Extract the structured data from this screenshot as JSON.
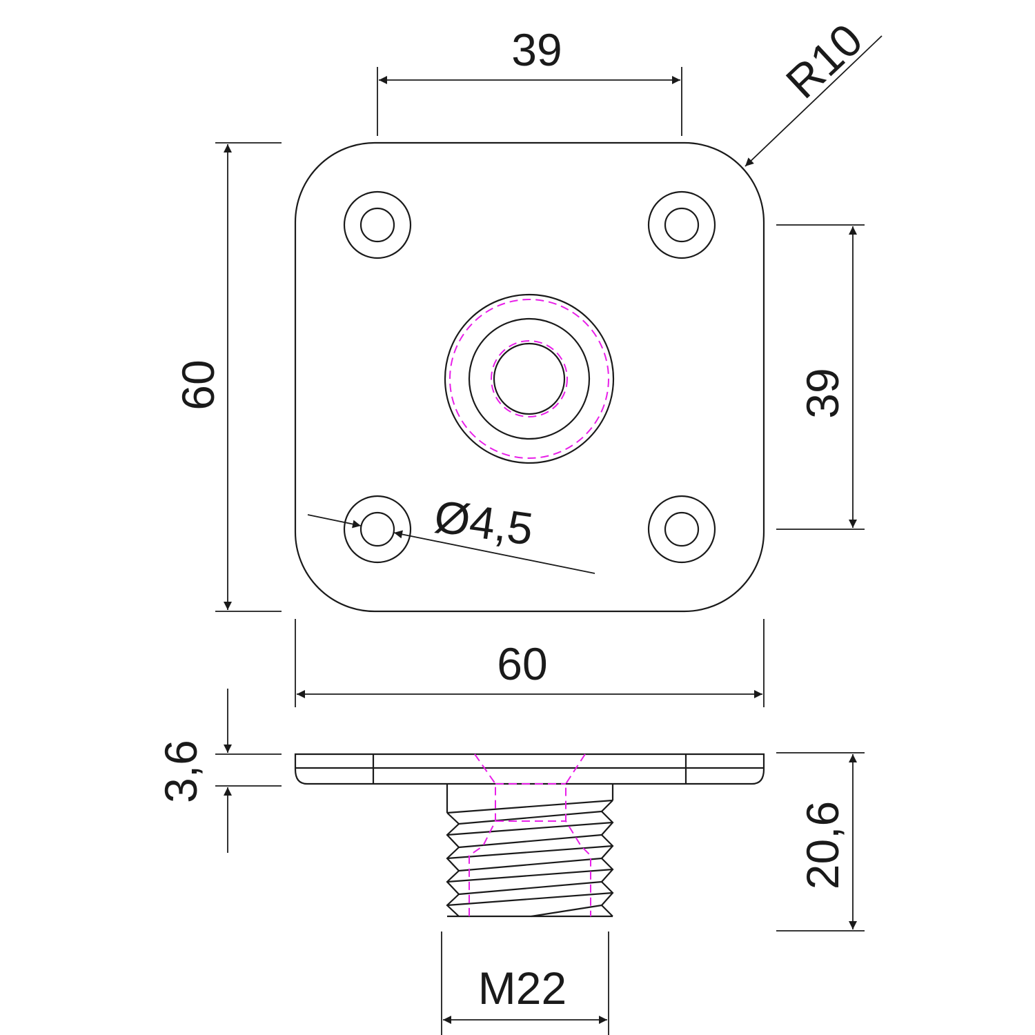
{
  "drawing": {
    "top_view": {
      "hole_spacing_horizontal": "39",
      "hole_spacing_vertical": "39",
      "width": "60",
      "height": "60",
      "corner_radius": "R10",
      "hole_diameter": "Ø4,5"
    },
    "side_view": {
      "plate_thickness": "3,6",
      "total_height": "20,6",
      "thread": "M22"
    },
    "colors": {
      "outline": "#1a1a1a",
      "hidden_lines": "#e81ee8"
    }
  }
}
